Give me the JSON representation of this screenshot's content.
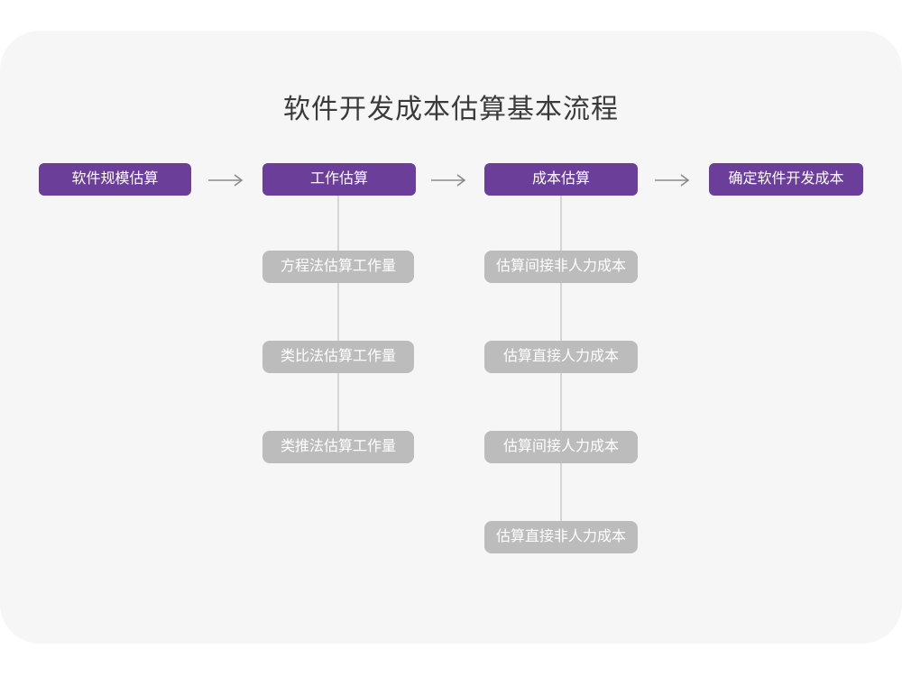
{
  "title": "软件开发成本估算基本流程",
  "colors": {
    "accent_purple": "#6B3E99",
    "box_gray": "#BCBCBC",
    "card_bg": "#F6F6F7",
    "page_bg": "#FFFFFF",
    "connector": "#D6D6D6",
    "arrow": "#8A8A8A",
    "title_text": "#3A3A3A",
    "box_text": "#FFFFFF"
  },
  "flow": {
    "main_steps": [
      {
        "label": "软件规模估算"
      },
      {
        "label": "工作估算"
      },
      {
        "label": "成本估算"
      },
      {
        "label": "确定软件开发成本"
      }
    ],
    "work_estimation_methods": [
      "方程法估算工作量",
      "类比法估算工作量",
      "类推法估算工作量"
    ],
    "cost_estimation_steps": [
      "估算间接非人力成本",
      "估算直接人力成本",
      "估算间接人力成本",
      "估算直接非人力成本"
    ]
  }
}
